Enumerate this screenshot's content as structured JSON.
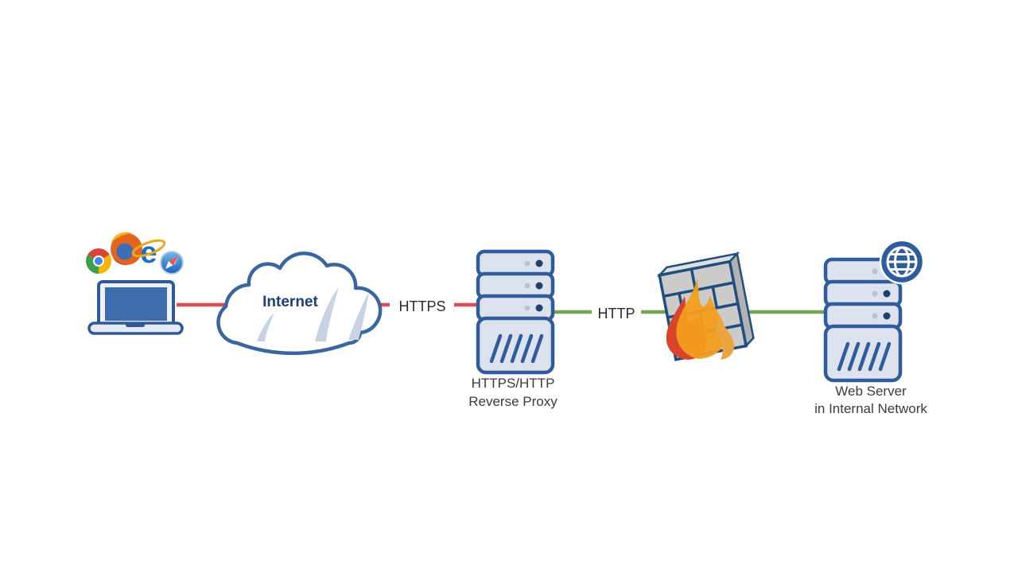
{
  "diagram": {
    "client": {
      "device": "laptop",
      "browser_icons": [
        {
          "name": "chrome-icon",
          "title": "Chrome"
        },
        {
          "name": "firefox-icon",
          "title": "Firefox"
        },
        {
          "name": "ie-icon",
          "title": "Internet Explorer",
          "glyph": "e"
        },
        {
          "name": "safari-icon",
          "title": "Safari"
        }
      ]
    },
    "cloud": {
      "label": "Internet"
    },
    "connections": {
      "https": {
        "label": "HTTPS",
        "color": "#dc4a54"
      },
      "http": {
        "label": "HTTP",
        "color": "#76a452"
      }
    },
    "reverse_proxy": {
      "label_line1": "HTTPS/HTTP",
      "label_line2": "Reverse Proxy"
    },
    "firewall": {
      "name": "firewall"
    },
    "web_server": {
      "label_line1": "Web Server",
      "label_line2": "in Internal Network",
      "badge": "globe-icon"
    },
    "colors": {
      "node_outline": "#305c9c",
      "node_fill": "#dce3ef",
      "cloud_outline": "#39669e",
      "cloud_swoosh": "#c7d2e3",
      "internet_text": "#1f3e7a",
      "node_label_text": "#3b3b3b",
      "connection_label_text": "#2b2b2b",
      "https_red": "#dc4a54",
      "http_green": "#76a452",
      "brick_fill": "#cbcbcb",
      "brick_mortar": "#1f4e7e",
      "flame_red": "#d9452c",
      "flame_orange": "#f39d1c",
      "flame_amber": "#eda43f",
      "laptop_screen": "#3e6eae",
      "globe_blue": "#2e5c9c"
    }
  }
}
